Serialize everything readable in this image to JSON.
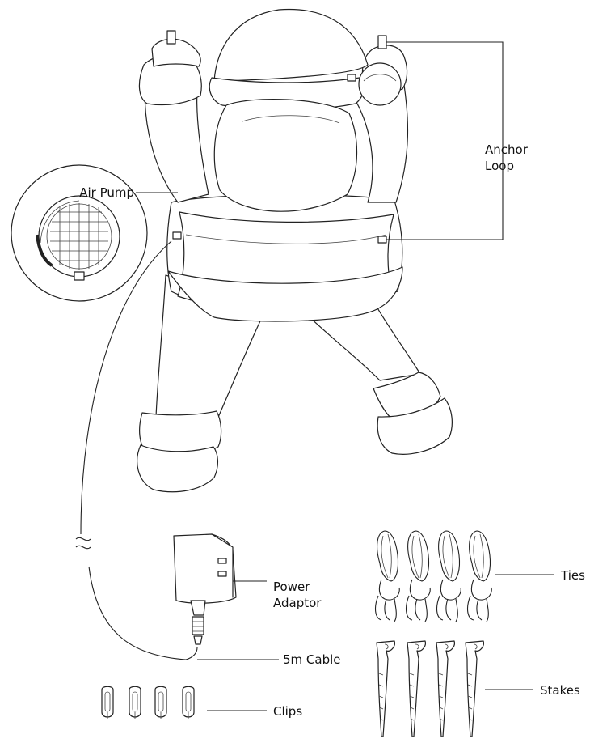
{
  "labels": {
    "air_pump": "Air Pump",
    "anchor_loop_1": "Anchor",
    "anchor_loop_2": "Loop",
    "power_adaptor_1": "Power",
    "power_adaptor_2": "Adaptor",
    "cable": "5m Cable",
    "clips": "Clips",
    "ties": "Ties",
    "stakes": "Stakes"
  },
  "icons": {
    "figure": "inflatable-santa-icon",
    "pump": "air-pump-icon",
    "adaptor": "power-adaptor-icon",
    "clip": "clip-icon",
    "tie": "tie-icon",
    "stake": "stake-icon"
  },
  "colors": {
    "line": "#222222",
    "background": "#ffffff"
  }
}
